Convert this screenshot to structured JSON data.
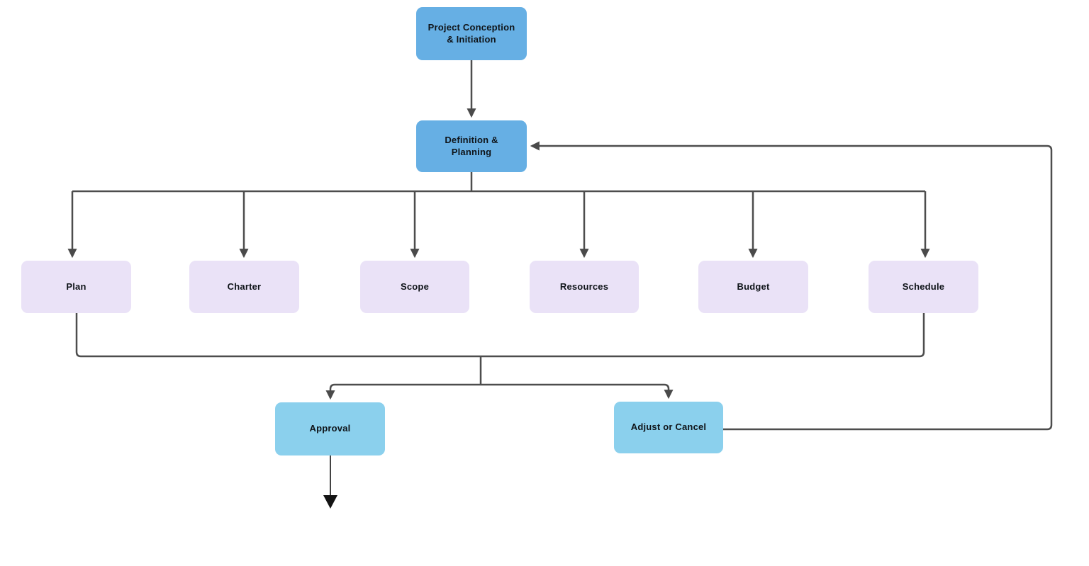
{
  "diagram": {
    "type": "flowchart",
    "background": "#ffffff",
    "colors": {
      "phase_box": "#66afe4",
      "task_box": "#eae2f7",
      "decision_box": "#8bd0ed",
      "connector": "#4d4d4d",
      "open_arrow": "#141414",
      "text": "#0f1419"
    },
    "nodes": [
      {
        "id": "project-conception-initiation",
        "label": "Project Conception & Initiation",
        "style": "phase"
      },
      {
        "id": "definition-planning",
        "label": "Definition & Planning",
        "style": "phase"
      },
      {
        "id": "plan",
        "label": "Plan",
        "style": "task"
      },
      {
        "id": "charter",
        "label": "Charter",
        "style": "task"
      },
      {
        "id": "scope",
        "label": "Scope",
        "style": "task"
      },
      {
        "id": "resources",
        "label": "Resources",
        "style": "task"
      },
      {
        "id": "budget",
        "label": "Budget",
        "style": "task"
      },
      {
        "id": "schedule",
        "label": "Schedule",
        "style": "task"
      },
      {
        "id": "approval",
        "label": "Approval",
        "style": "decision"
      },
      {
        "id": "adjust-or-cancel",
        "label": "Adjust or Cancel",
        "style": "decision"
      }
    ],
    "edges": [
      {
        "from": "project-conception-initiation",
        "to": "definition-planning",
        "arrow": true
      },
      {
        "from": "definition-planning",
        "to": "plan",
        "arrow": true
      },
      {
        "from": "definition-planning",
        "to": "charter",
        "arrow": true
      },
      {
        "from": "definition-planning",
        "to": "scope",
        "arrow": true
      },
      {
        "from": "definition-planning",
        "to": "resources",
        "arrow": true
      },
      {
        "from": "definition-planning",
        "to": "budget",
        "arrow": true
      },
      {
        "from": "definition-planning",
        "to": "schedule",
        "arrow": true
      },
      {
        "from": "plan",
        "to": "approval",
        "arrow": true
      },
      {
        "from": "plan",
        "to": "adjust-or-cancel",
        "arrow": true
      },
      {
        "from": "schedule",
        "to": "approval",
        "arrow": true
      },
      {
        "from": "schedule",
        "to": "adjust-or-cancel",
        "arrow": true
      },
      {
        "from": "adjust-or-cancel",
        "to": "definition-planning",
        "arrow": true
      },
      {
        "from": "approval",
        "to": "",
        "arrow": true
      }
    ]
  }
}
